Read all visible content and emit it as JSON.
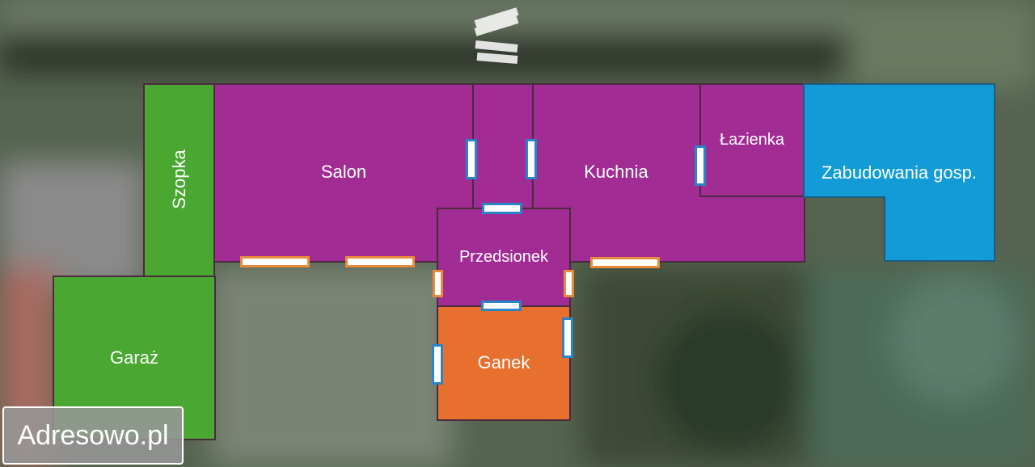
{
  "rooms": {
    "szopka": {
      "label": "Szopka",
      "color": "#4aa832"
    },
    "garaz": {
      "label": "Garaż",
      "color": "#4aa832"
    },
    "salon": {
      "label": "Salon",
      "color": "#a02c94"
    },
    "kuchnia": {
      "label": "Kuchnia",
      "color": "#a02c94"
    },
    "lazienka": {
      "label": "Łazienka",
      "color": "#a02c94"
    },
    "przedsionek": {
      "label": "Przedsionek",
      "color": "#a02c94"
    },
    "ganek": {
      "label": "Ganek",
      "color": "#e8702f"
    },
    "zabudowania": {
      "label": "Zabudowania gosp.",
      "color": "#129bd6"
    }
  },
  "legend_colors": {
    "window_border": "#2a84c8",
    "door_border": "#e88a3c"
  },
  "watermark": {
    "text": "Adresowo.pl"
  }
}
